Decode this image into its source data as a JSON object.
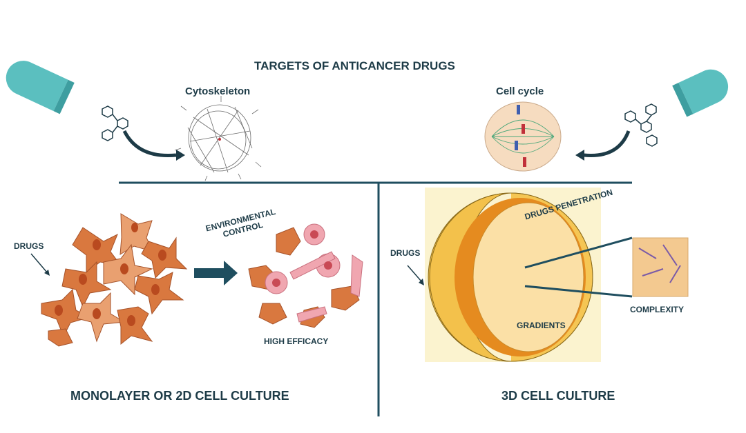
{
  "title": "TARGETS OF ANTICANCER DRUGS",
  "targets": {
    "left": "Cytoskeleton",
    "right": "Cell cycle"
  },
  "left_panel": {
    "drugs_label": "DRUGS",
    "environmental_control": "ENVIRONMENTAL CONTROL",
    "high_efficacy": "HIGH EFFICACY",
    "caption": "MONOLAYER OR 2D CELL CULTURE"
  },
  "right_panel": {
    "drugs_label": "DRUGS",
    "drugs_penetration": "DRUGS PENETRATION",
    "gradients": "GRADIENTS",
    "complexity": "COMPLEXITY",
    "caption": "3D CELL CULTURE"
  },
  "colors": {
    "line": "#1f4e5f",
    "capsule": "#5bbfbf",
    "cell": "#d9783f",
    "spheroid": "#f3c14b",
    "background_yellow": "#fbf3cf"
  }
}
